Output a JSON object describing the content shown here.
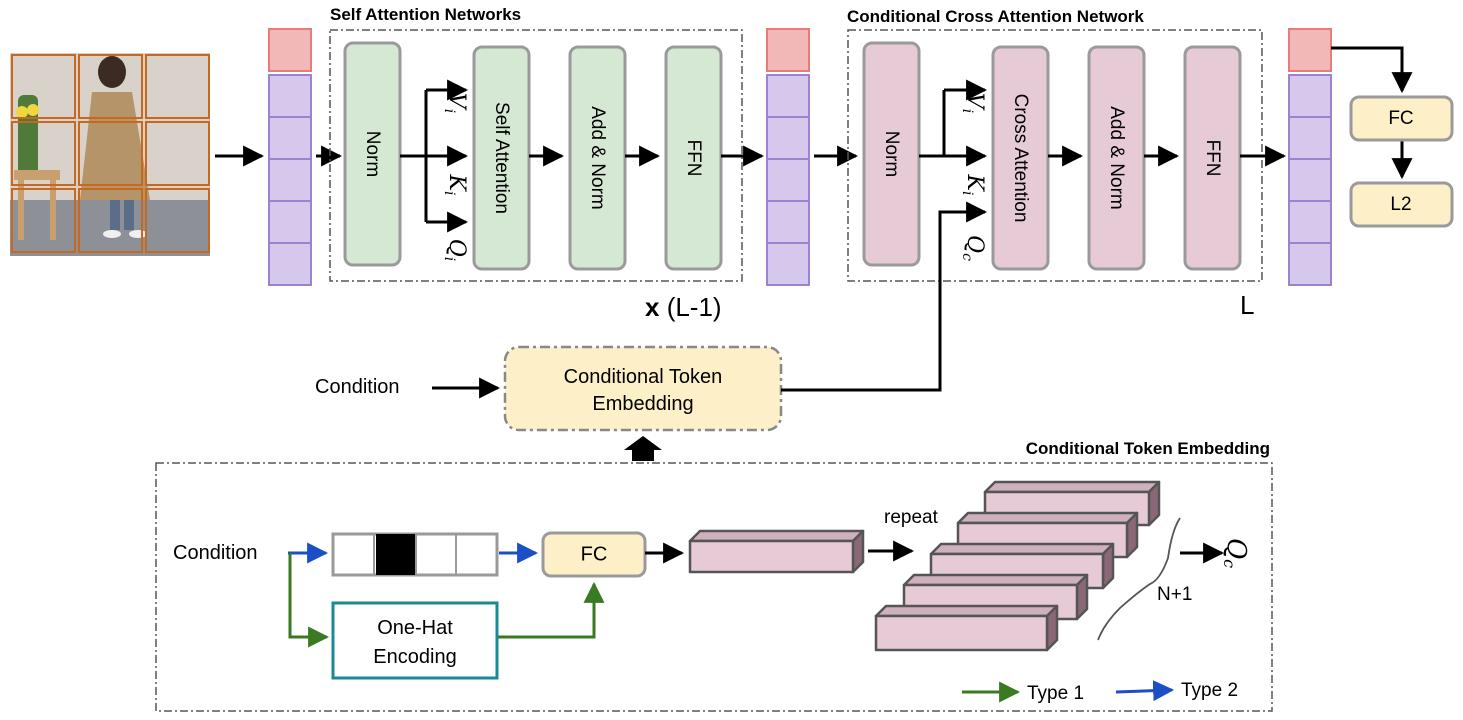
{
  "titles": {
    "self_attention": "Self Attention Networks",
    "cross_attention": "Conditional Cross Attention Network",
    "embedding_panel": "Conditional Token Embedding"
  },
  "self_attention_block": {
    "norm": "Norm",
    "attention": "Self Attention",
    "add_norm": "Add & Norm",
    "ffn": "FFN",
    "repeat_prefix": "x",
    "repeat_suffix": " (L-1)",
    "v": "V",
    "k": "K",
    "q": "Q",
    "sub": "i"
  },
  "cross_attention_block": {
    "norm": "Norm",
    "attention": "Cross Attention",
    "add_norm": "Add & Norm",
    "ffn": "FFN",
    "repeat": "L",
    "v": "V",
    "k": "K",
    "q": "Q",
    "sub_v": "i",
    "sub_k": "i",
    "sub_q": "c"
  },
  "head": {
    "fc": "FC",
    "l2": "L2"
  },
  "condition_row": {
    "condition": "Condition",
    "embedding_line1": "Conditional Token",
    "embedding_line2": "Embedding"
  },
  "embedding_panel": {
    "condition": "Condition",
    "fc": "FC",
    "onehot_line1": "One-Hat",
    "onehot_line2": "Encoding",
    "repeat": "repeat",
    "count": "N+1",
    "q": "Q",
    "q_sub": "c"
  },
  "legend": {
    "type1": "Type 1",
    "type2": "Type 2"
  },
  "colors": {
    "type1": "#3a7a22",
    "type2": "#1a4fc8",
    "green_block": "#d5e8d4",
    "pink_block": "#e6cad6",
    "token_purple": "#d6c8ec",
    "token_red": "#f2b8b8",
    "yellow": "#fdf0c8",
    "teal": "#1a8a94",
    "image_border": "#c8681e"
  }
}
